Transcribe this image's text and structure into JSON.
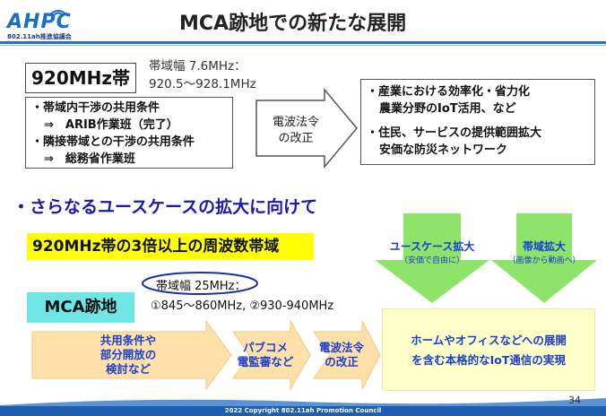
{
  "header": {
    "logo_text": "AHPC",
    "logo_sub": "802.11ah推進協議会",
    "title": "MCA跡地での新たな展開"
  },
  "section1": {
    "band_label": "920MHz帯",
    "band_width_line1": "帯域幅 7.6MHz：",
    "band_width_line2": "920.5～928.1MHz",
    "conditions": [
      "・帯域内干渉の共用条件",
      "⇒　ARIB作業班（完了）",
      "・隣接帯域との干渉の共用条件",
      "⇒　総務省作業班"
    ],
    "arrow_label_1": "電波法令",
    "arrow_label_2": "の改正",
    "effects": [
      "・産業における効率化・省力化",
      "農業分野のIoT活用、など",
      "・住民、サービスの提供範囲拡大",
      "安価な防災ネットワーク"
    ]
  },
  "section2": {
    "heading": "・さらなるユースケースの拡大に向けて",
    "highlight": "920MHz帯の3倍以上の周波数帯域",
    "down_arrow_1_label": "ユースケース拡大",
    "down_arrow_1_sub": "（安価で自由に）",
    "down_arrow_2_label": "帯域拡大",
    "down_arrow_2_sub": "（画像から動画へ）",
    "mca_label": "MCA跡地",
    "band_width_label": "帯域幅 25MHz：",
    "band_width_values": "①845～860MHz, ②930-940MHz",
    "step1_lines": [
      "共用条件や",
      "部分開放の",
      "検討など"
    ],
    "step2_lines": [
      "パブコメ",
      "電監審など"
    ],
    "step3_lines": [
      "電波法令",
      "の改正"
    ],
    "final_line1": "ホームやオフィスなどへの展開",
    "final_line2": "を含む本格的なIoT通信の実現"
  },
  "footer": {
    "page_number": "34",
    "copyright": "2022 Copyright 802.11ah Promotion Council"
  },
  "colors": {
    "accent_blue": "#1a3fd0",
    "heading_blue": "#1a1aa8",
    "highlight_yellow": "#ffff00",
    "mca_cyan": "#6ee6e6",
    "arrow_green": "#8ee36b",
    "arrow_orange": "#ffe0a8"
  }
}
